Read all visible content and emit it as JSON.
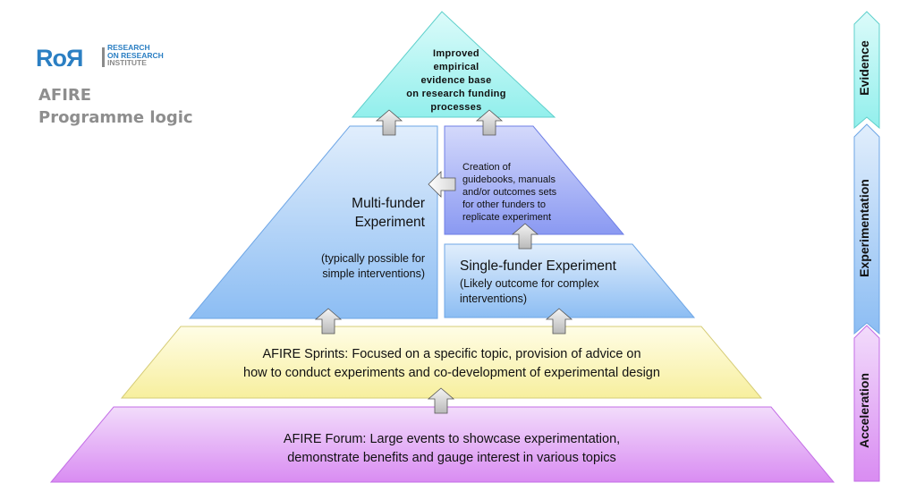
{
  "logo": {
    "wordmark": "RoЯ",
    "lines": [
      "RESEARCH",
      "ON RESEARCH",
      "INSTITUTE"
    ]
  },
  "header": {
    "title_line1": "AFIRE",
    "title_line2": "Programme logic"
  },
  "levels": {
    "evidence": {
      "text": "Improved empirical evidence base on research funding processes",
      "lines": [
        "Improved",
        "empirical",
        "evidence base",
        "on research funding",
        "processes"
      ],
      "color": "#a6f3f1"
    },
    "guidebooks": {
      "lines": [
        "Creation of",
        "guidebooks, manuals",
        "and/or outcomes sets",
        "for other funders to",
        "replicate experiment"
      ],
      "color": "#9aa8f5"
    },
    "multi_funder": {
      "title_lines": [
        "Multi-funder",
        "Experiment"
      ],
      "subtitle_lines": [
        "(typically possible for",
        "simple interventions)"
      ],
      "color": "#a9cff6"
    },
    "single_funder": {
      "title": "Single-funder Experiment",
      "subtitle_lines": [
        "(Likely outcome for complex",
        "interventions)"
      ],
      "color": "#a9cff6"
    },
    "sprints": {
      "lines": [
        "AFIRE Sprints: Focused on a specific topic, provision of advice on",
        "how to conduct experiments and co-development of experimental design"
      ],
      "color": "#fbf6b8"
    },
    "forum": {
      "lines": [
        "AFIRE Forum: Large events to showcase experimentation,",
        "demonstrate benefits and gauge interest in various topics"
      ],
      "color": "#e2a9f3"
    }
  },
  "side_stages": [
    {
      "label": "Evidence",
      "color": "#a6f3f1"
    },
    {
      "label": "Experimentation",
      "color": "#a9cff6"
    },
    {
      "label": "Acceleration",
      "color": "#e2a9f3"
    }
  ],
  "arrows": {
    "color": "#cfcfcf",
    "icon": "block-arrow"
  }
}
